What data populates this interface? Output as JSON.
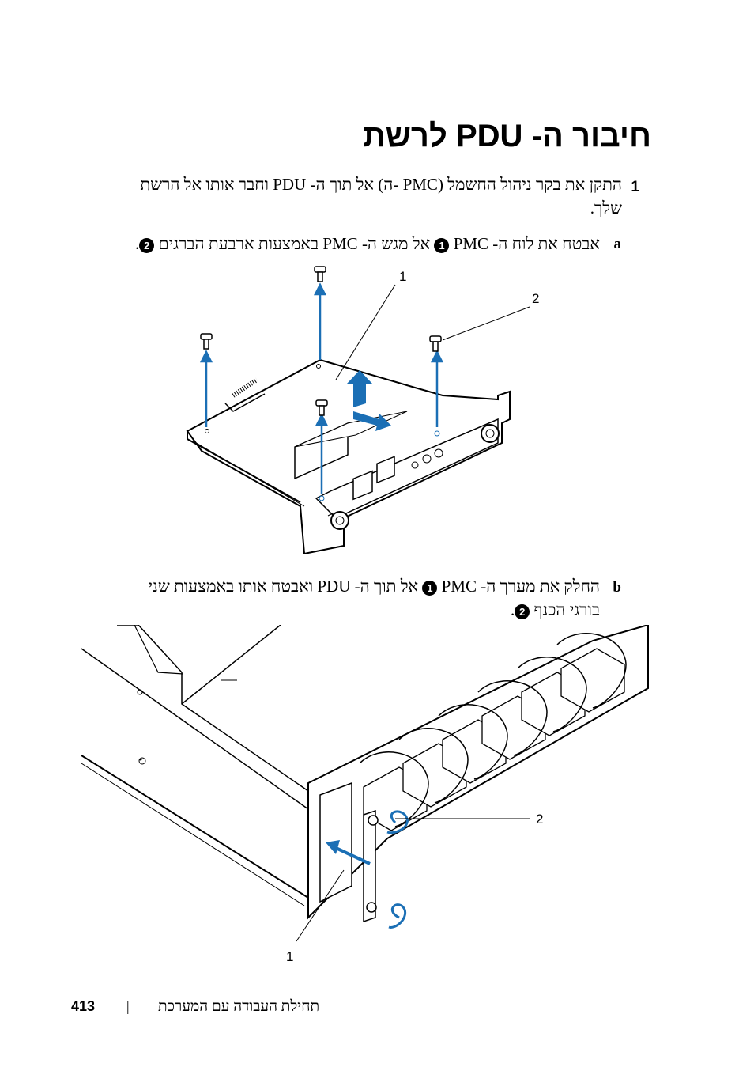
{
  "title": "חיבור ה- PDU לרשת",
  "step1": {
    "number": "1",
    "line1": "התקן את בקר ניהול החשמל (PMC -ה) אל תוך ה- PDU וחבר אותו אל הרשת",
    "line2": "שלך."
  },
  "step_a": {
    "letter": "a",
    "text_part1": "אבטח את לוח ה- PMC",
    "marker1": "1",
    "text_part2": "אל מגש ה- PMC באמצעות ארבעת הברגים",
    "marker2": "2",
    "text_end": "."
  },
  "step_b": {
    "letter": "b",
    "line1_part1": "החלק את מערך ה- PMC",
    "marker1": "1",
    "line1_part2": "אל תוך ה- PDU ואבטח אותו באמצעות שני",
    "line2_part1": "בורגי הכנף",
    "marker2": "2",
    "line2_end": "."
  },
  "figure1": {
    "callout1": "1",
    "callout2": "2"
  },
  "figure2": {
    "callout1": "1",
    "callout2": "2"
  },
  "footer": {
    "page_number": "413",
    "separator": "|",
    "section": "תחילת העבודה עם המערכת"
  },
  "colors": {
    "arrow_blue": "#1b6fb5",
    "ink": "#000000"
  }
}
